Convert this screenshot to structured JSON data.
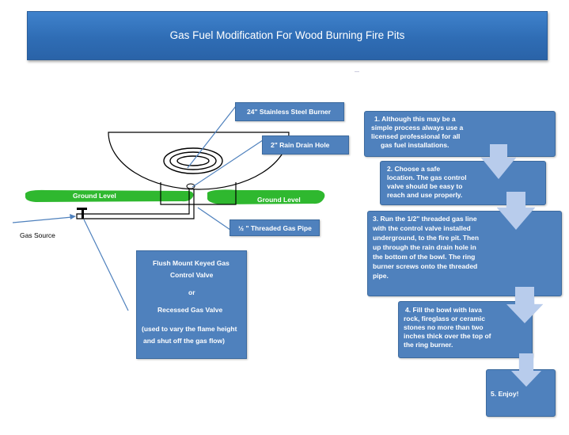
{
  "title": "Gas Fuel Modification For Wood Burning Fire Pits",
  "labels": {
    "burner": "24\" Stainless Steel Burner",
    "drain": "2\" Rain Drain Hole",
    "pipe": "½ \" Threaded Gas Pipe",
    "ground_left": "Ground Level",
    "ground_right": "Ground Level",
    "gas_source": "Gas Source"
  },
  "valve_box": {
    "line1": "Flush Mount Keyed Gas",
    "line2": "Control Valve",
    "line3": "or",
    "line4": "Recessed Gas Valve",
    "line5": "(used to vary the flame height",
    "line6": "and shut off the gas flow)"
  },
  "steps": [
    {
      "lines": [
        "1.  Although this may be a",
        "simple process always use a",
        "licensed professional for all",
        "gas fuel installations."
      ]
    },
    {
      "lines": [
        "2.  Choose a safe",
        "location.  The gas control",
        "valve should be easy to",
        "reach and use properly."
      ]
    },
    {
      "lines": [
        "3. Run the 1/2\" threaded gas line",
        "with the control valve installed",
        "underground, to the fire pit.  Then",
        "up through the rain drain hole in",
        "the bottom of the bowl.  The ring",
        "burner screws onto the threaded",
        "pipe."
      ]
    },
    {
      "lines": [
        "4.  Fill the bowl with lava",
        "rock, fireglass or ceramic",
        "stones no more than two",
        "inches thick over the top of",
        "the ring burner."
      ]
    },
    {
      "lines": [
        "5. Enjoy!"
      ]
    }
  ],
  "colors": {
    "box": "#4f81bd",
    "banner": "#2f6db5",
    "ground": "#2fb82f",
    "arrow": "#b8ccec"
  }
}
